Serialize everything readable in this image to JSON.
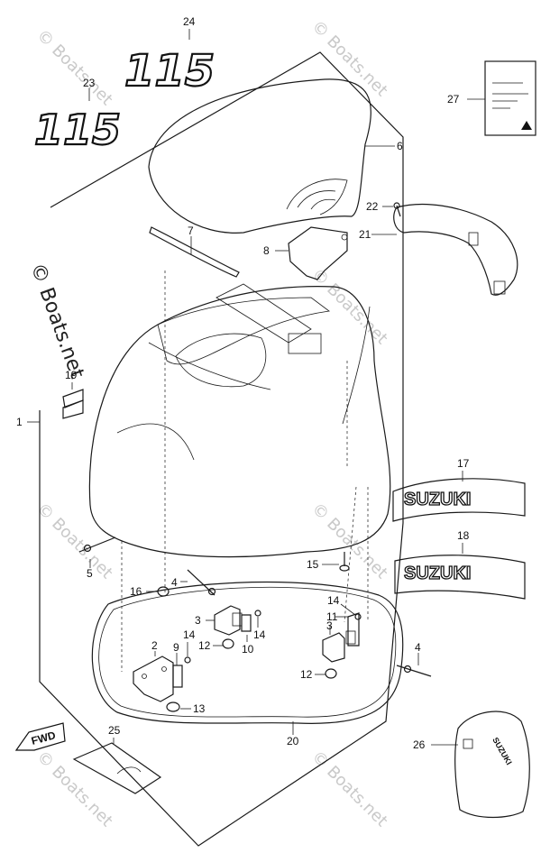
{
  "diagram": {
    "callouts": [
      {
        "id": "c1",
        "label": "1"
      },
      {
        "id": "c2",
        "label": "2"
      },
      {
        "id": "c3a",
        "label": "3"
      },
      {
        "id": "c3b",
        "label": "3"
      },
      {
        "id": "c4a",
        "label": "4"
      },
      {
        "id": "c4b",
        "label": "4"
      },
      {
        "id": "c5",
        "label": "5"
      },
      {
        "id": "c6",
        "label": "6"
      },
      {
        "id": "c7",
        "label": "7"
      },
      {
        "id": "c8",
        "label": "8"
      },
      {
        "id": "c9",
        "label": "9"
      },
      {
        "id": "c10",
        "label": "10"
      },
      {
        "id": "c11",
        "label": "11"
      },
      {
        "id": "c12a",
        "label": "12"
      },
      {
        "id": "c12b",
        "label": "12"
      },
      {
        "id": "c13",
        "label": "13"
      },
      {
        "id": "c14a",
        "label": "14"
      },
      {
        "id": "c14b",
        "label": "14"
      },
      {
        "id": "c14c",
        "label": "14"
      },
      {
        "id": "c15",
        "label": "15"
      },
      {
        "id": "c16",
        "label": "16"
      },
      {
        "id": "c17",
        "label": "17"
      },
      {
        "id": "c18",
        "label": "18"
      },
      {
        "id": "c19",
        "label": "19"
      },
      {
        "id": "c20",
        "label": "20"
      },
      {
        "id": "c21",
        "label": "21"
      },
      {
        "id": "c22",
        "label": "22"
      },
      {
        "id": "c23",
        "label": "23"
      },
      {
        "id": "c24",
        "label": "24"
      },
      {
        "id": "c25",
        "label": "25"
      },
      {
        "id": "c26",
        "label": "26"
      },
      {
        "id": "c27",
        "label": "27"
      }
    ],
    "decal_115_top": "115",
    "decal_115_lower": "115",
    "suzuki_decal_17": "SUZUKI",
    "suzuki_decal_18": "SUZUKI",
    "cover_brand": "SUZUKI",
    "fwd_arrow": "FWD",
    "watermark_side": "© Boats.net",
    "watermark_faint": "© Boats.net"
  }
}
